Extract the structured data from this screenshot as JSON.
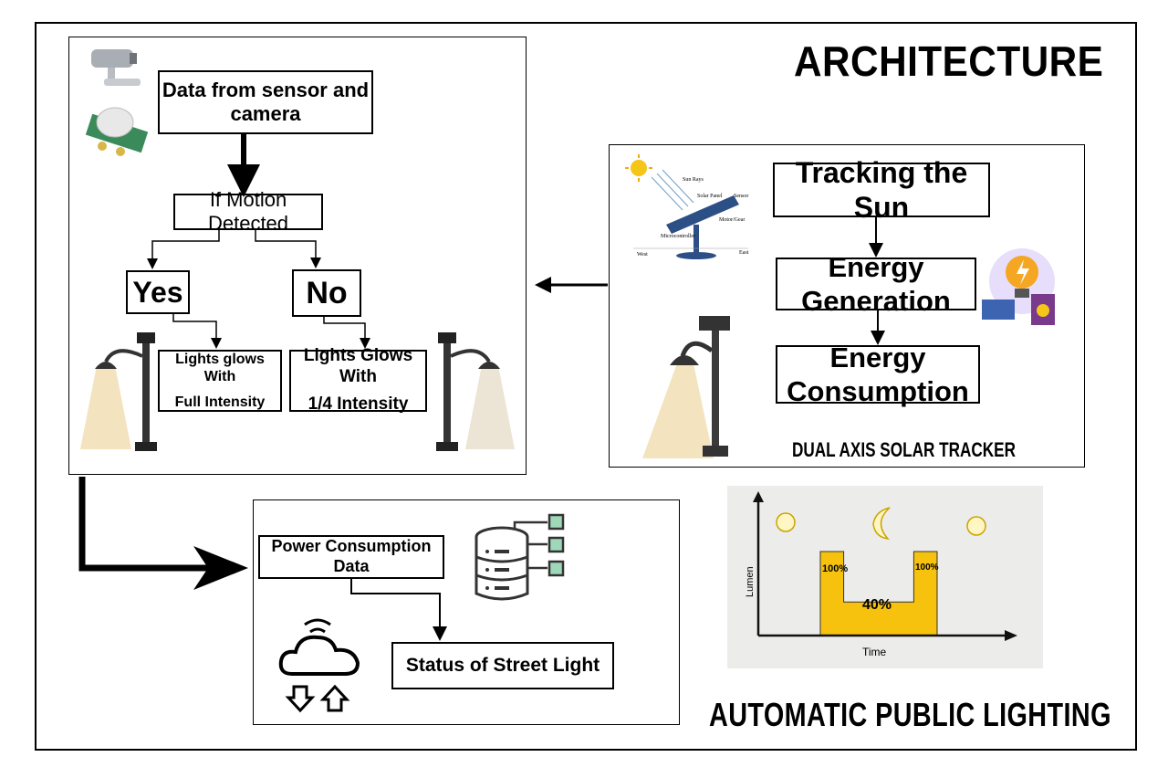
{
  "title": "ARCHITECTURE",
  "bottom_title": "AUTOMATIC PUBLIC LIGHTING",
  "motion_panel": {
    "data_box": "Data from sensor and camera",
    "decision": "If Motion Detected",
    "yes": "Yes",
    "no": "No",
    "yes_result_line1": "Lights glows With",
    "yes_result_line2": "Full Intensity",
    "no_result_line1": "Lights Glows With",
    "no_result_line2": "1/4 Intensity"
  },
  "solar_panel": {
    "step1": "Tracking the Sun",
    "step2": "Energy Generation",
    "step3": "Energy Consumption",
    "caption": "DUAL AXIS SOLAR TRACKER",
    "diagram_labels": {
      "sun_rays": "Sun Rays",
      "solar_panel": "Solar Panel",
      "sensor": "Sensor",
      "motor_gear": "Motor/Gear",
      "microcontroller": "Microcontroller",
      "west": "West",
      "east": "East"
    }
  },
  "monitor_panel": {
    "power_data": "Power Consumption Data",
    "status": "Status of Street Light"
  },
  "lumen_chart": {
    "ylabel": "Lumen",
    "xlabel": "Time",
    "chart_data": {
      "type": "area",
      "x": [
        0,
        1,
        2,
        3,
        4,
        5
      ],
      "values": [
        100,
        100,
        40,
        40,
        100,
        100
      ],
      "labels": [
        "100%",
        "40%",
        "100%"
      ],
      "xlabel": "Time",
      "ylabel": "Lumen",
      "ylim": [
        0,
        140
      ]
    },
    "colors": {
      "fill": "#f6c20e",
      "background": "#ececea"
    }
  },
  "colors": {
    "lamp_light": "#f3e3bf",
    "icon_green": "#9fd8b9",
    "icon_dark": "#333333"
  }
}
